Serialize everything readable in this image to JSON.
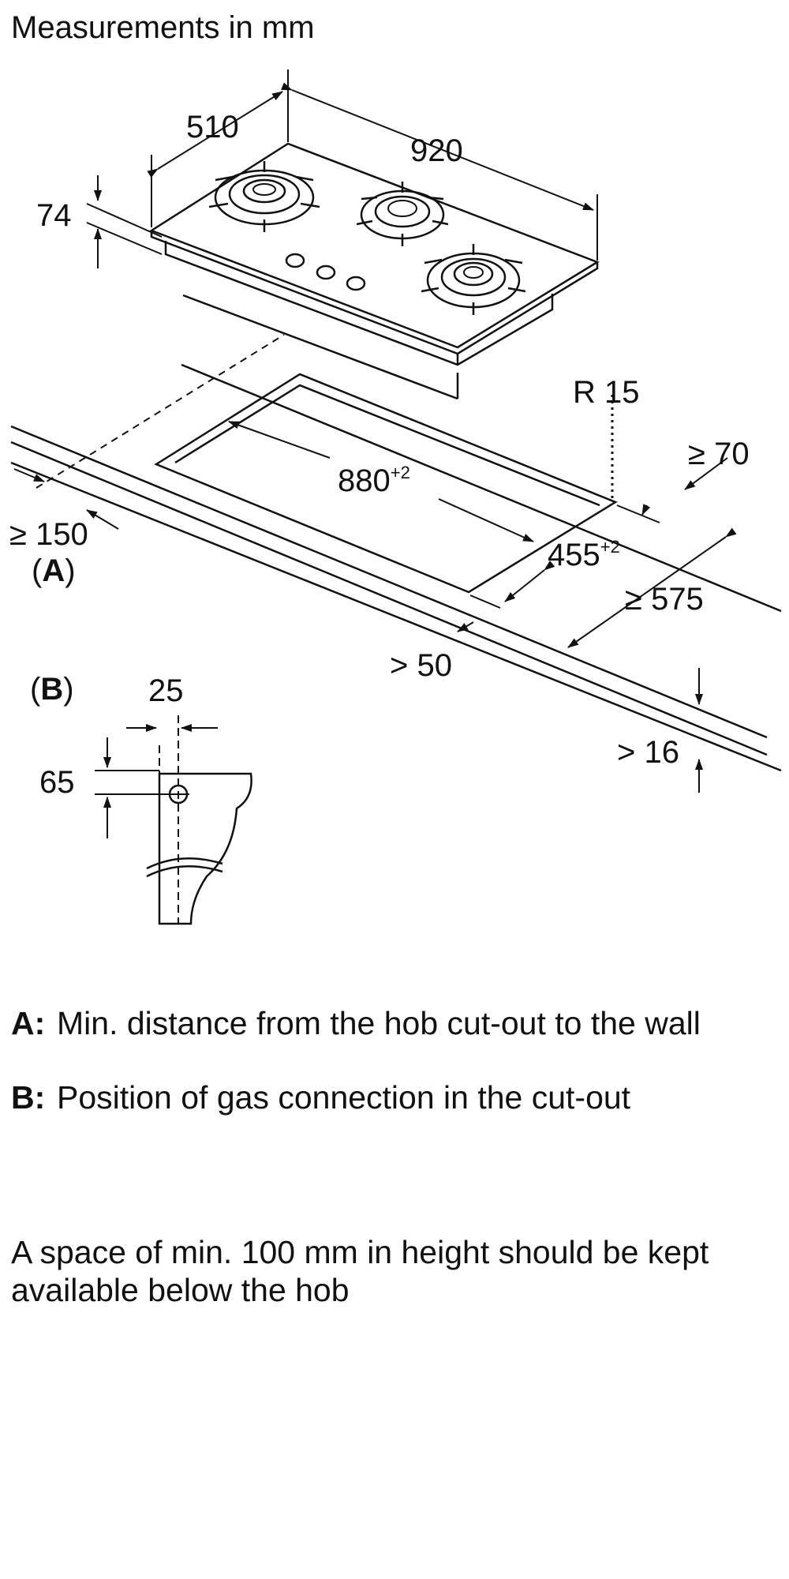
{
  "title": "Measurements in mm",
  "dimensions": {
    "depth": "510",
    "width": "920",
    "height": "74",
    "cutout_width": "880",
    "cutout_width_tol": "+2",
    "cutout_depth": "455",
    "cutout_depth_tol": "+2",
    "radius": "R 15",
    "rear_clearance": "≥ 70",
    "wall_distance": "≥ 150",
    "front_clearance": "> 50",
    "cabinet_depth": "≥ 575",
    "worktop_thickness": "> 16",
    "gas_offset_x": "25",
    "gas_offset_y": "65"
  },
  "markers": {
    "a_open": "(",
    "a_key": "A",
    "a_close": ")",
    "b_open": "(",
    "b_key": "B",
    "b_close": ")"
  },
  "notes": [
    {
      "key": "A:",
      "text": "Min. distance from the hob cut-out to the wall"
    },
    {
      "key": "B:",
      "text": "Position of gas connection in the cut-out"
    }
  ],
  "footer_note": "A space of min. 100 mm in height should be kept available below the hob"
}
